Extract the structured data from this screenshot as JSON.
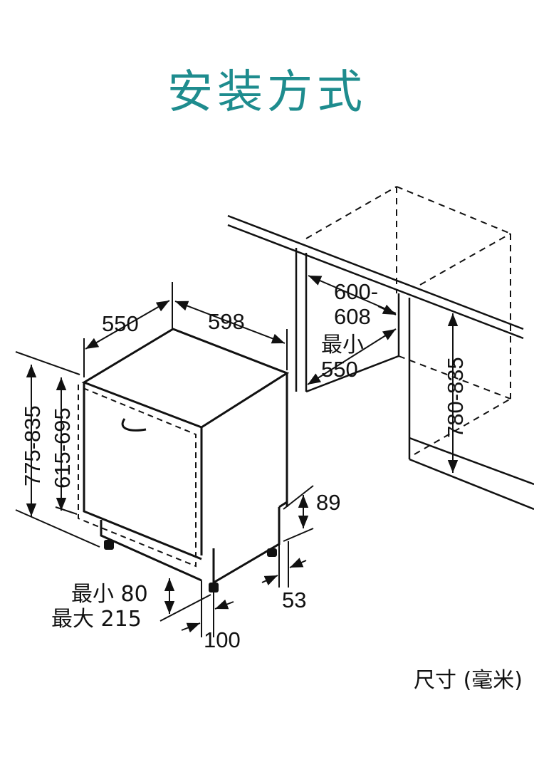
{
  "title": "安装方式",
  "unit_note": "尺寸 (毫米)",
  "dimensions": {
    "height_range": "775-835",
    "inner_height_range": "615-695",
    "depth": "550",
    "width": "598",
    "niche_width_top": "600-",
    "niche_width_bottom": "608",
    "niche_depth_label": "最小",
    "niche_depth_value": "550",
    "niche_height_range": "780-835",
    "kick_height": "89",
    "gap_min": "最小 80",
    "gap_max": "最大 215",
    "foot_offset": "100",
    "plinth_offset": "53"
  }
}
